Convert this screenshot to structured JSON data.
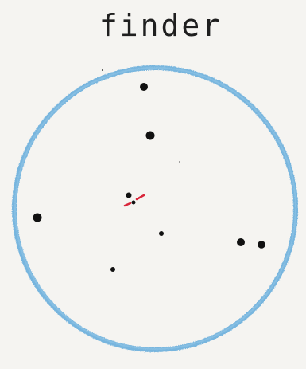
{
  "title": "finder",
  "colors": {
    "paper": "#f5f4f1",
    "circle": "#6aaedb",
    "star": "#111111",
    "marker": "#d8253a"
  },
  "icons": {
    "circle": "finder-field-circle",
    "star": "star-dot",
    "marker": "target-marker"
  }
}
